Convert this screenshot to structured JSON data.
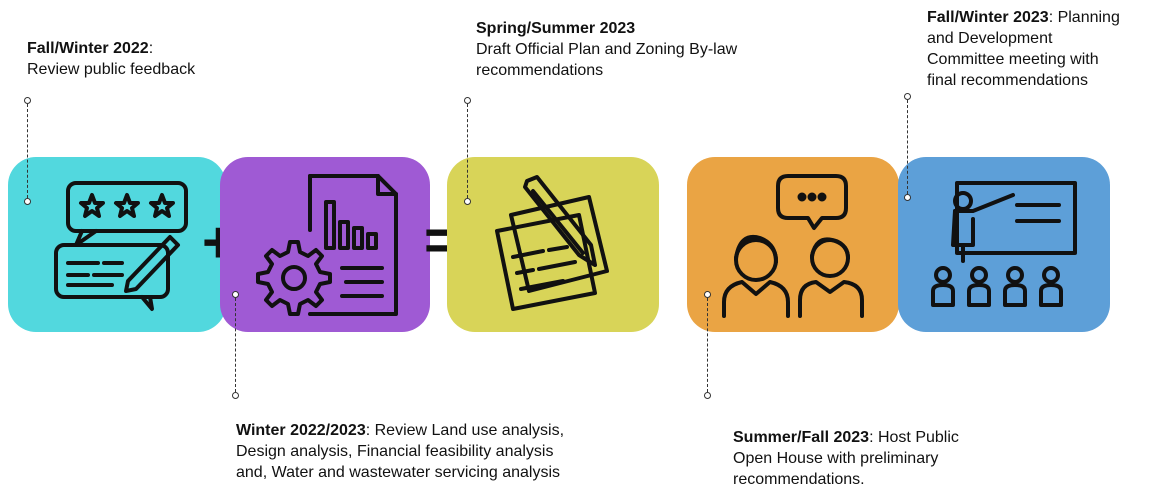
{
  "milestones": [
    {
      "period": "Fall/Winter 2022",
      "text": ":\nReview public feedback"
    },
    {
      "period": "Winter 2022/2023",
      "text": ": Review Land use analysis,\nDesign analysis, Financial feasibility analysis\nand, Water and wastewater servicing analysis"
    },
    {
      "period": "Spring/Summer 2023",
      "text": "\nDraft Official Plan and Zoning By-law\nrecommendations"
    },
    {
      "period": "Summer/Fall 2023",
      "text": ": Host Public\nOpen House with preliminary\nrecommendations."
    },
    {
      "period": "Fall/Winter 2023",
      "text": ": Planning\nand Development\nCommittee meeting with\nfinal recommendations"
    }
  ],
  "operators": {
    "plus": "+",
    "equals": "="
  },
  "tiles": [
    {
      "icon": "review-feedback-icon",
      "color": "#52d8de"
    },
    {
      "icon": "analysis-report-icon",
      "color": "#9f5ad4"
    },
    {
      "icon": "draft-plan-icon",
      "color": "#d8d458"
    },
    {
      "icon": "open-house-icon",
      "color": "#eaa444"
    },
    {
      "icon": "committee-presentation-icon",
      "color": "#5d9fd8"
    }
  ]
}
